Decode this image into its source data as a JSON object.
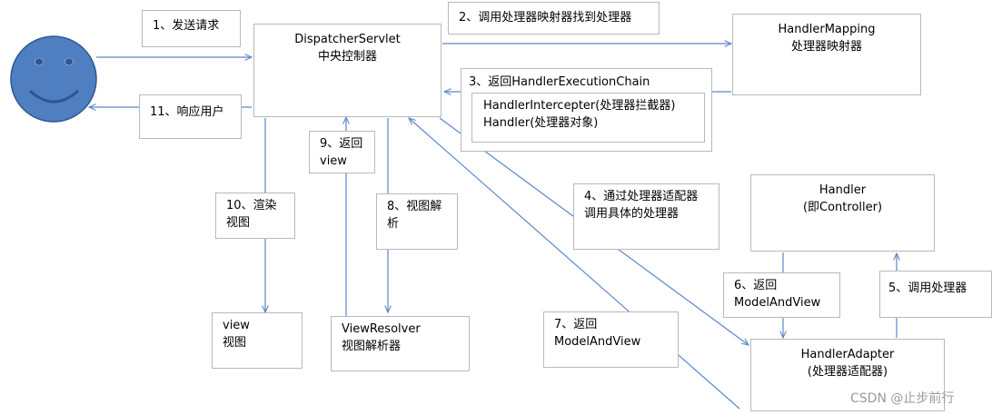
{
  "nodes": {
    "dispatcher": {
      "line1": "DispatcherServlet",
      "line2": "中央控制器"
    },
    "handler_mapping": {
      "line1": "HandlerMapping",
      "line2": "处理器映射器"
    },
    "handler": {
      "line1": "Handler",
      "line2": "(即Controller)"
    },
    "handler_adapter": {
      "line1": "HandlerAdapter",
      "line2": "(处理器适配器)"
    },
    "view": {
      "line1": "view",
      "line2": "视图"
    },
    "view_resolver": {
      "line1": "ViewResolver",
      "line2": "视图解析器"
    }
  },
  "labels": {
    "step1": "1、发送请求",
    "step2": "2、调用处理器映射器找到处理器",
    "step3": {
      "title": "3、返回HandlerExecutionChain",
      "item1": "HandlerIntercepter(处理器拦截器)",
      "item2": "Handler(处理器对象)"
    },
    "step4": {
      "line1": "4、通过处理器适配器",
      "line2": "调用具体的处理器"
    },
    "step5": "5、调用处理器",
    "step6": {
      "line1": "6、返回",
      "line2": "ModelAndView"
    },
    "step7": {
      "line1": "7、返回",
      "line2": "ModelAndView"
    },
    "step8": {
      "line1": "8、视图解",
      "line2": "析"
    },
    "step9": {
      "line1": "9、返回",
      "line2": "view"
    },
    "step10": {
      "line1": "10、渲染",
      "line2": "视图"
    },
    "step11": "11、响应用户"
  },
  "watermark": "CSDN @止步前行",
  "colors": {
    "arrow": "#5b87c6",
    "face_fill": "#4f7fc1",
    "face_stroke": "#2f5690",
    "border": "#b9b9b9"
  },
  "icons": {
    "user": "smiley-face-icon"
  }
}
